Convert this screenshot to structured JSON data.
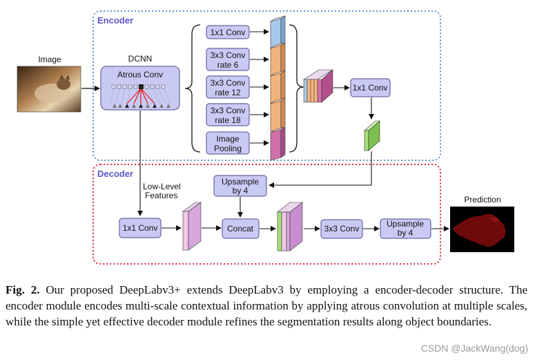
{
  "colors": {
    "encoder_border": "#5d8fc8",
    "decoder_border": "#e0243a",
    "encoder_label": "#5a55c8",
    "box_fill": "#c9caf4",
    "feat_blue": "#a8c8e8",
    "feat_orange": "#f2b47e",
    "feat_pink": "#d070a8",
    "feat_green": "#a6e07a",
    "feat_lilac": "#d6a8dc"
  },
  "icons": [
    "image-thumbnail-cat",
    "prediction-mask",
    "atrous-kernel-glyph"
  ],
  "encoder": {
    "title": "Encoder",
    "input_label": "Image",
    "dcnn_label": "DCNN",
    "atrous_label": "Atrous Conv",
    "aspp": {
      "conv1x1": "1x1 Conv",
      "conv_r6_a": "3x3 Conv",
      "conv_r6_b": "rate 6",
      "conv_r12_a": "3x3 Conv",
      "conv_r12_b": "rate 12",
      "conv_r18_a": "3x3 Conv",
      "conv_r18_b": "rate 18",
      "pool_a": "Image",
      "pool_b": "Pooling"
    },
    "merge_conv": "1x1 Conv"
  },
  "decoder": {
    "title": "Decoder",
    "lowlevel_a": "Low-Level",
    "lowlevel_b": "Features",
    "upsample_a": "Upsample",
    "upsample_b": "by 4",
    "conv1x1": "1x1 Conv",
    "concat": "Concat",
    "conv3x3": "3x3 Conv",
    "upsample2_a": "Upsample",
    "upsample2_b": "by 4",
    "output_label": "Prediction"
  },
  "caption": {
    "fig": "Fig. 2.",
    "text": "Our proposed DeepLabv3+ extends DeepLabv3 by employing a encoder-decoder structure. The encoder module encodes multi-scale contextual information by applying atrous convolution at multiple scales, while the simple yet effective decoder module refines the segmentation results along object boundaries."
  },
  "watermark": "CSDN @JackWang(dog)"
}
